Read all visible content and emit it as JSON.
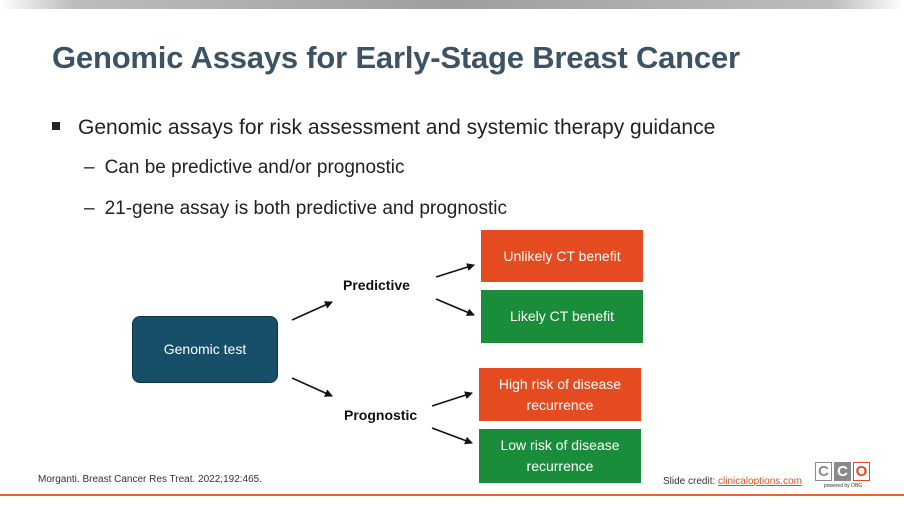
{
  "slide": {
    "title": "Genomic Assays for Early-Stage Breast Cancer",
    "bullets": {
      "main": "Genomic assays for risk assessment and systemic therapy guidance",
      "sub": [
        "Can be predictive and/or prognostic",
        "21-gene assay is both predictive and prognostic"
      ],
      "dash": "–"
    }
  },
  "diagram": {
    "root": "Genomic test",
    "branches": {
      "predictive": "Predictive",
      "prognostic": "Prognostic"
    },
    "outcomes": {
      "unlikely_ct": "Unlikely CT benefit",
      "likely_ct": "Likely CT benefit",
      "high_risk": "High risk of disease recurrence",
      "low_risk": "Low risk of disease recurrence"
    },
    "colors": {
      "root": "#174f6a",
      "red": "#e44b20",
      "green": "#1a8d3b"
    }
  },
  "footer": {
    "citation": "Morganti. Breast Cancer Res Treat. 2022;192:465.",
    "credit_label": "Slide credit:",
    "credit_link": "clinicaloptions.com",
    "logo": {
      "l1": "C",
      "l2": "C",
      "l3": "O",
      "tagline": "powered by OBG"
    }
  }
}
